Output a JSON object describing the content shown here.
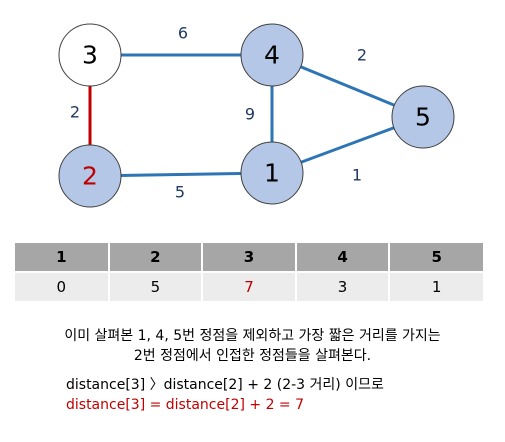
{
  "graph": {
    "nodes": [
      {
        "id": "3",
        "label": "3",
        "fill": "#ffffff",
        "text_color": "#000000"
      },
      {
        "id": "4",
        "label": "4",
        "fill": "#b4c7e7",
        "text_color": "#000000"
      },
      {
        "id": "5",
        "label": "5",
        "fill": "#b4c7e7",
        "text_color": "#000000"
      },
      {
        "id": "2",
        "label": "2",
        "fill": "#b4c7e7",
        "text_color": "#c00000"
      },
      {
        "id": "1",
        "label": "1",
        "fill": "#b4c7e7",
        "text_color": "#000000"
      }
    ],
    "edges": [
      {
        "from": "3",
        "to": "4",
        "weight": "6",
        "color": "#2e75b6"
      },
      {
        "from": "4",
        "to": "5",
        "weight": "2",
        "color": "#2e75b6"
      },
      {
        "from": "4",
        "to": "1",
        "weight": "9",
        "color": "#2e75b6"
      },
      {
        "from": "3",
        "to": "2",
        "weight": "2",
        "color": "#c00000"
      },
      {
        "from": "2",
        "to": "1",
        "weight": "5",
        "color": "#2e75b6"
      },
      {
        "from": "1",
        "to": "5",
        "weight": "1",
        "color": "#2e75b6"
      }
    ],
    "edge_label_color": "#1f3864"
  },
  "table": {
    "headers": [
      "1",
      "2",
      "3",
      "4",
      "5"
    ],
    "values": [
      "0",
      "5",
      "7",
      "3",
      "1"
    ],
    "highlight_index": 2
  },
  "description": {
    "line1": "이미 살펴본 1, 4, 5번 정점을 제외하고 가장 짧은 거리를 가지는",
    "line2": "2번 정점에서 인접한 정점들을 살펴본다."
  },
  "formula": {
    "line1": "distance[3] 〉distance[2] + 2 (2-3 거리) 이므로",
    "line2": "distance[3] = distance[2] + 2 = 7"
  },
  "colors": {
    "accent_red": "#c00000",
    "node_blue": "#b4c7e7",
    "edge_blue": "#2e75b6"
  }
}
